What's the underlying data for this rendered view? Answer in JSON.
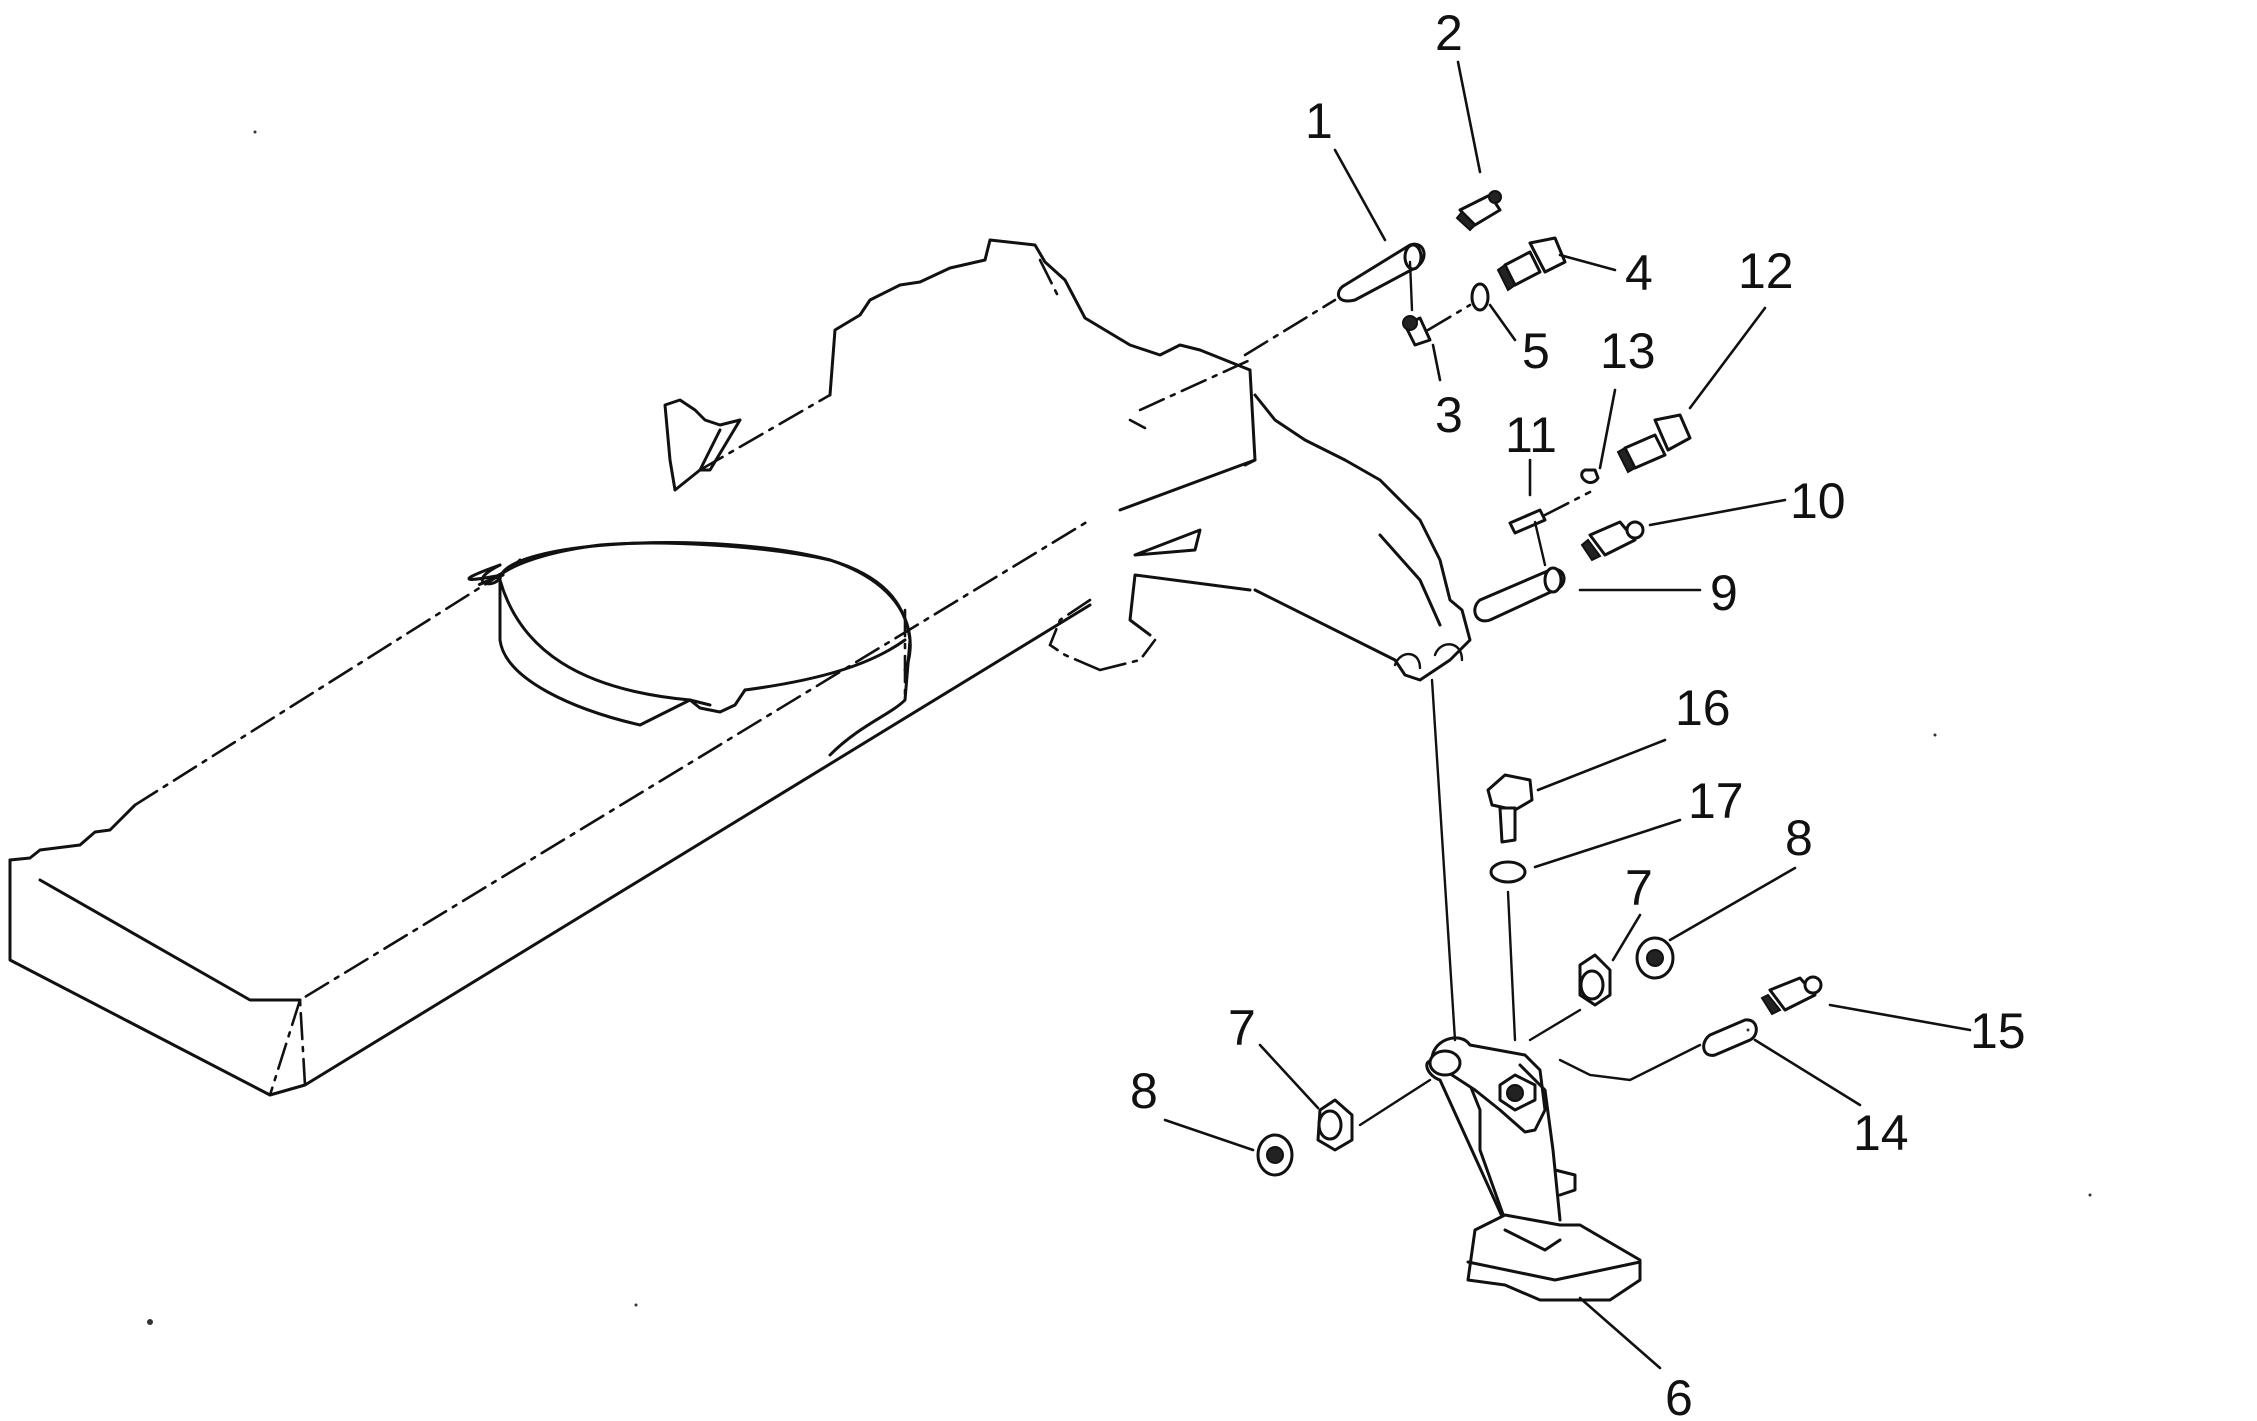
{
  "callouts": [
    {
      "label": "1"
    },
    {
      "label": "2"
    },
    {
      "label": "3"
    },
    {
      "label": "4"
    },
    {
      "label": "5"
    },
    {
      "label": "6"
    },
    {
      "label": "7"
    },
    {
      "label": "7"
    },
    {
      "label": "8"
    },
    {
      "label": "8"
    },
    {
      "label": "9"
    },
    {
      "label": "10"
    },
    {
      "label": "11"
    },
    {
      "label": "12"
    },
    {
      "label": "13"
    },
    {
      "label": "14"
    },
    {
      "label": "15"
    },
    {
      "label": "16"
    },
    {
      "label": "17"
    }
  ]
}
